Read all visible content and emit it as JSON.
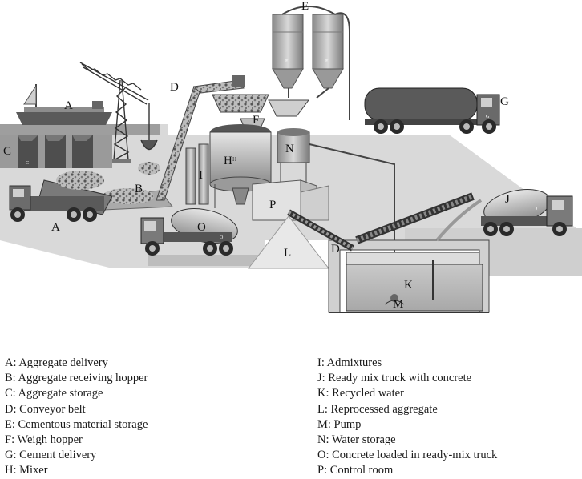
{
  "labels": {
    "A_ship": "A",
    "A_truck": "A",
    "B": "B",
    "C": "C",
    "D_conveyor": "D",
    "D_second": "D",
    "E": "E",
    "F": "F",
    "G": "G",
    "H": "H",
    "I": "I",
    "J": "J",
    "K": "K",
    "L": "L",
    "M": "M",
    "N": "N",
    "O": "O",
    "P": "P",
    "tag_H": "H",
    "tag_E1": "E",
    "tag_E2": "E",
    "tag_G": "G",
    "tag_C": "C",
    "tag_J": "J",
    "tag_O": "O"
  },
  "legend": {
    "left": [
      "A: Aggregate delivery",
      "B: Aggregate receiving hopper",
      "C: Aggregate storage",
      "D: Conveyor belt",
      "E: Cementous material storage",
      "F: Weigh hopper",
      "G: Cement delivery",
      "H: Mixer"
    ],
    "right": [
      "I: Admixtures",
      "J: Ready mix truck with concrete",
      "K: Recycled water",
      "L:  Reprocessed aggregate",
      "M: Pump",
      "N: Water storage",
      "O: Concrete loaded in ready-mix truck",
      "P: Control room"
    ]
  }
}
